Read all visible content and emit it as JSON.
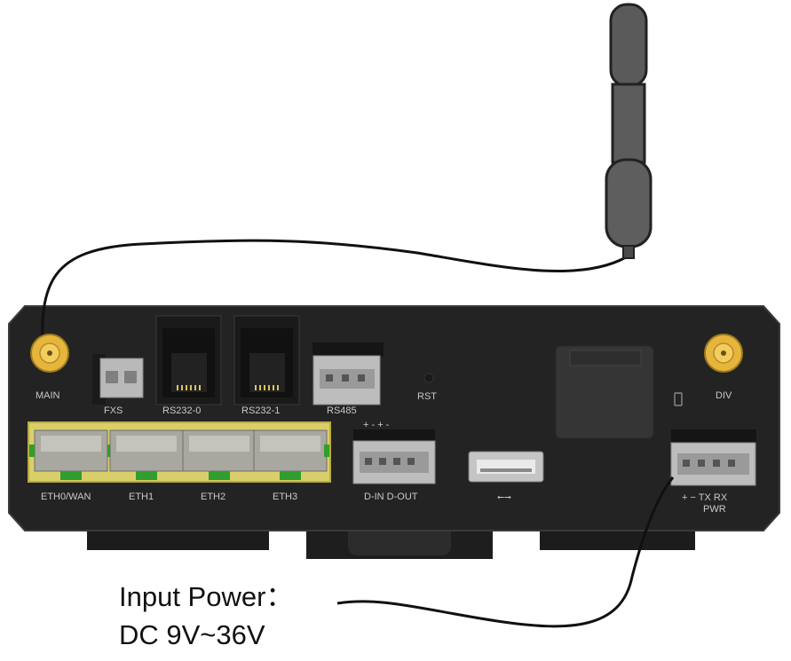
{
  "labels": {
    "main": "MAIN",
    "div": "DIV",
    "fxs": "FXS",
    "rs232_0": "RS232-0",
    "rs232_1": "RS232-1",
    "rs485": "RS485",
    "rst": "RST",
    "eth0": "ETH0/WAN",
    "eth1": "ETH1",
    "eth2": "ETH2",
    "eth3": "ETH3",
    "dio_signs": "+  -  +  -",
    "dio": "D-IN D-OUT",
    "usb_symbol": "⭠⭢",
    "pwr_signs": "+   −   TX RX",
    "pwr": "PWR"
  },
  "caption": {
    "line1": "Input Power：",
    "line2": "DC 9V~36V"
  },
  "colors": {
    "body": "#232323",
    "body_edge": "#3a3a3a",
    "gold": "#e6b53c",
    "eth_frame": "#d9cf6a",
    "antenna": "#5a5a5a"
  }
}
